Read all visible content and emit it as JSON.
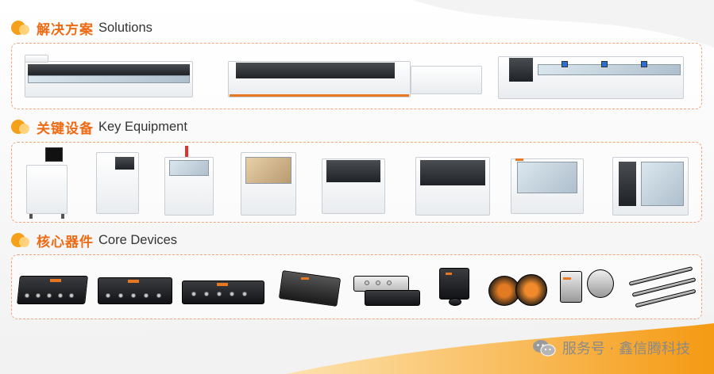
{
  "sections": [
    {
      "cn": "解决方案",
      "en": "Solutions"
    },
    {
      "cn": "关键设备",
      "en": "Key Equipment"
    },
    {
      "cn": "核心器件",
      "en": "Core Devices"
    }
  ],
  "footer": {
    "text": "服务号 · 鑫信腾科技"
  },
  "colors": {
    "accent": "#ee6b14",
    "dot": "#f5a01a",
    "panel_border": "#f0a47a",
    "wave": "#f7a21b"
  }
}
